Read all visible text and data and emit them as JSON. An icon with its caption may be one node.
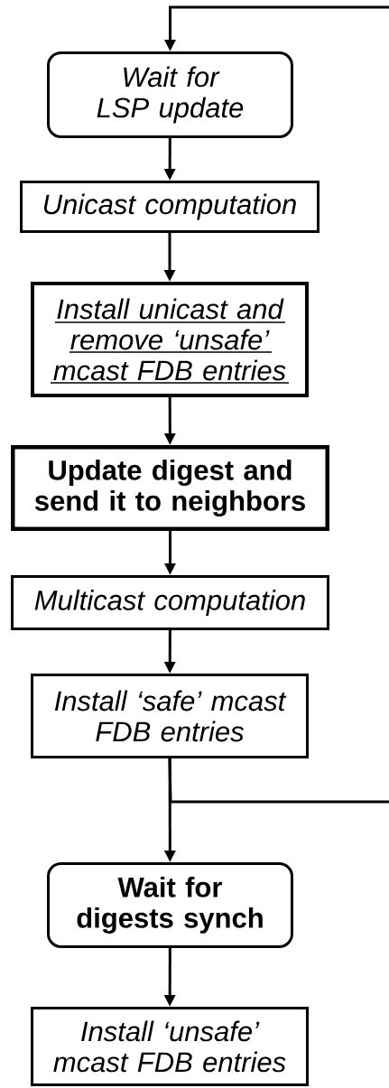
{
  "diagram": {
    "nodes": [
      {
        "text": [
          "Wait for LSP update"
        ]
      },
      {
        "text": [
          "Unicast computation"
        ]
      },
      {
        "text": [
          "Install unicast and remove ‘unsafe’ mcast FDB entries"
        ]
      },
      {
        "text": [
          "Update digest and send it to neighbors"
        ]
      },
      {
        "text": [
          "Multicast computation"
        ]
      },
      {
        "text": [
          "Install ‘safe’ mcast FDB entries"
        ]
      },
      {
        "text": [
          "Wait for digests synch"
        ]
      },
      {
        "text": [
          "Install ‘unsafe’ mcast FDB entries"
        ]
      }
    ],
    "edges": [
      {
        "from": null,
        "to": 0,
        "arrow": "to"
      },
      {
        "from": 0,
        "to": 1,
        "arrow": "to"
      },
      {
        "from": 1,
        "to": 2,
        "arrow": "to"
      },
      {
        "from": 2,
        "to": 3,
        "arrow": "to"
      },
      {
        "from": 3,
        "to": 4,
        "arrow": "to"
      },
      {
        "from": 4,
        "to": 5,
        "arrow": "to"
      },
      {
        "from": 5,
        "to": 6,
        "arrow": "to"
      },
      {
        "from": 5,
        "to": null,
        "arrow": "none"
      },
      {
        "from": 6,
        "to": 7,
        "arrow": "to"
      }
    ]
  }
}
